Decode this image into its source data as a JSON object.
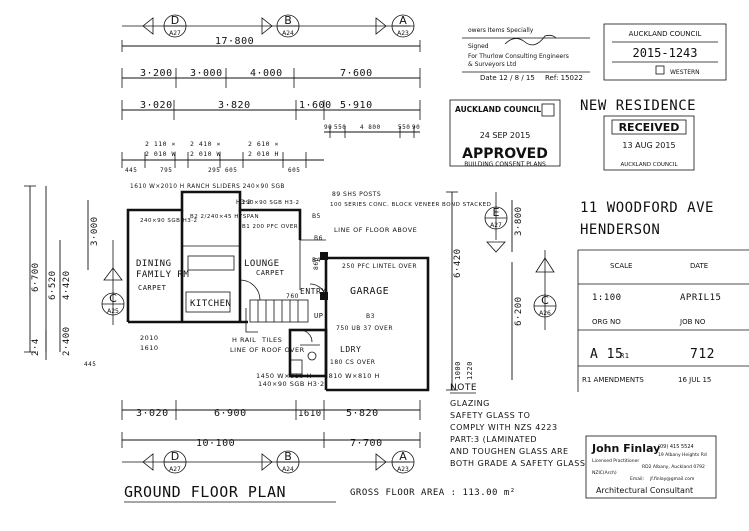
{
  "stamp_engineer": {
    "line1": "owers Items Specially",
    "line2": "Signed",
    "line3": "For Thurlow Consulting Engineers",
    "line4": "& Surveyors Ltd",
    "date_label": "Date 12 / 8 / 15",
    "ref_label": "Ref: 15022"
  },
  "council_top": {
    "title": "AUCKLAND COUNCIL",
    "number": "2015-1243",
    "area": "WESTERN"
  },
  "approved_stamp": {
    "council": "AUCKLAND COUNCIL",
    "date": "24 SEP 2015",
    "status": "APPROVED",
    "sub": "BUILDING CONSENT PLANS"
  },
  "received_stamp": {
    "status": "RECEIVED",
    "date": "13 AUG 2015",
    "council": "AUCKLAND COUNCIL"
  },
  "project": {
    "title": "NEW RESIDENCE",
    "address1": "11 WOODFORD AVE",
    "address2": "HENDERSON"
  },
  "title_block": {
    "scale_label": "SCALE",
    "date_label": "DATE",
    "scale": "1:100",
    "date": "APRIL15",
    "org_label": "ORG NO",
    "job_label": "JOB NO",
    "sheet": "A 15",
    "rev": "R1",
    "job": "712",
    "amend_label": "R1 AMENDMENTS",
    "amend_date": "16 JUL 15"
  },
  "note": {
    "heading": "NOTE",
    "line1": "GLAZING",
    "line2": "SAFETY GLASS TO",
    "line3": "COMPLY WITH NZS 4223",
    "line4": "PART:3 (LAMINATED",
    "line5": "AND TOUGHEN GLASS ARE",
    "line6": "BOTH GRADE A SAFETY GLASS"
  },
  "consultant": {
    "name": "John Finlay",
    "role1": "Licensed Practitioner",
    "role2": "NZIC(Arch)",
    "phone": "(09) 415 5524",
    "address": "19 Albany Heights Rd",
    "city": "RD2 Albany, Auckland 0792",
    "email_label": "Email:",
    "email": "jf.finlay@gmail.com",
    "footer": "Architectural  Consultant"
  },
  "plan": {
    "title": "GROUND FLOOR PLAN",
    "area": "GROSS FLOOR AREA : 113.00 m²",
    "section_markers": [
      {
        "letter": "D",
        "ref": "A27"
      },
      {
        "letter": "B",
        "ref": "A24"
      },
      {
        "letter": "A",
        "ref": "A23"
      },
      {
        "letter": "E",
        "ref": "A27"
      },
      {
        "letter": "C",
        "ref": "A26"
      },
      {
        "letter": "C",
        "ref": "A25"
      }
    ],
    "rooms": {
      "dining": "DINING",
      "family": "FAMILY RM",
      "carpet1": "CARPET",
      "kitchen": "KITCHEN",
      "lounge": "LOUNGE",
      "carpet2": "CARPET",
      "entry": "ENTRY",
      "garage": "GARAGE",
      "ldry": "LDRY",
      "up": "UP"
    },
    "annotations": {
      "sliders": "1610 W×2010 H RANCH SLIDERS 240×90 SGB",
      "h32a": "H3·2",
      "beam1": "240×90 SGB H3·2",
      "hyspan": "B2 2/240×45 HYSPAN",
      "beam2": "290×90 SGB H3·2",
      "pfc": "B1 200 PFC OVER",
      "posts": "89 SHS POSTS",
      "veneer": "100 SERIES CONC. BLOCK VENEER BOND STACKED",
      "line_floor": "LINE OF FLOOR ABOVE",
      "lintel": "250 PFC LINTEL OVER",
      "ub": "750 UB 37 OVER",
      "hrail": "H RAIL",
      "tiles": "TILES",
      "roof": "LINE OF ROOF OVER",
      "win1": "1450 W×810 H",
      "win2": "1810 W×810 H",
      "sgb": "140×90 SGB H3·2",
      "cs": "180 CS OVER",
      "b3": "B3",
      "b4": "B4",
      "b5": "B5",
      "b6": "B6",
      "mark2010": "2010",
      "mark1610": "1610",
      "mark760": "760",
      "mark860": "860"
    },
    "dims_top": {
      "overall": "17·800",
      "row1": [
        "3·200",
        "3·000",
        "4·000",
        "7·600"
      ],
      "row2": [
        "3·020",
        "3·820",
        "1·600",
        "5·910"
      ],
      "row2b": [
        "90",
        "550",
        "4 800",
        "550",
        "90"
      ],
      "row3": [
        "2 110 ×",
        "2 010 W",
        "2 410 ×",
        "2 010 W",
        "2 610 ×",
        "2 010 H"
      ],
      "row3b": [
        "445",
        "795",
        "295",
        "605",
        "605"
      ]
    },
    "dims_left": {
      "overall": "6·700",
      "a": "6·520",
      "b": "4·420",
      "c": "3·000",
      "d": "2·400",
      "e": "2·4"
    },
    "dims_right": {
      "overall": "6·420",
      "a": "3·800",
      "b": "6·200",
      "c": "1000",
      "d": "1220"
    },
    "dims_bottom": {
      "row1": [
        "3·020",
        "6·900",
        "1610",
        "5·820"
      ],
      "overall_left": "10·100",
      "overall_right": "7·700",
      "side": "445"
    }
  }
}
